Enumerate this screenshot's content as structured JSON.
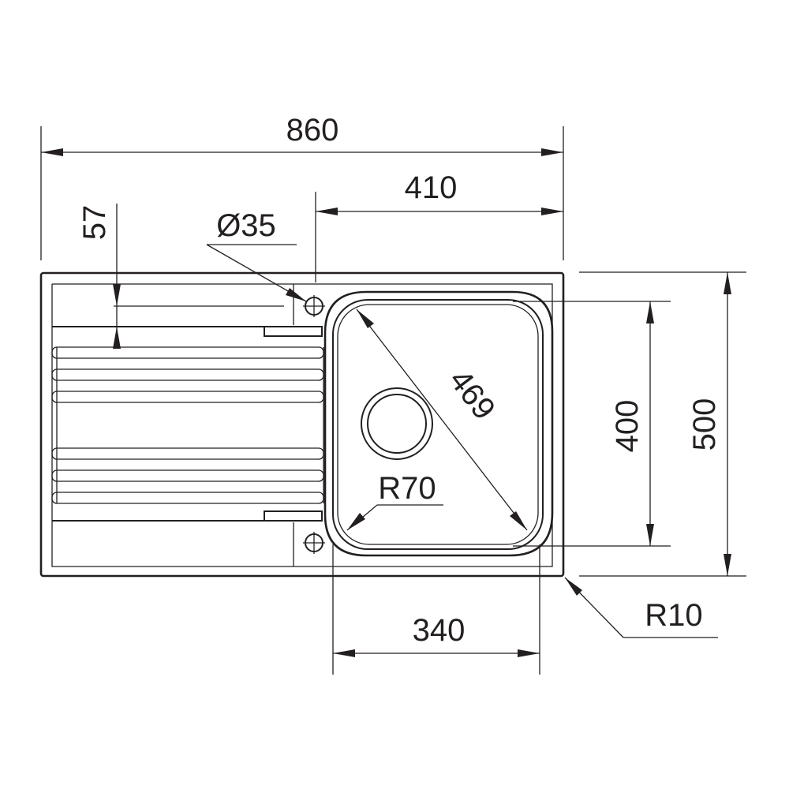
{
  "drawing": {
    "line_color": "#231f20",
    "background": "#ffffff",
    "dimensions": {
      "overall_width": "860",
      "bowl_offset": "410",
      "drain_edge": "57",
      "tap_hole": "Ø35",
      "bowl_diagonal": "469",
      "bowl_depth": "400",
      "overall_depth": "500",
      "bowl_corner_radius": "R70",
      "outer_corner_radius": "R10",
      "bowl_width": "340"
    }
  }
}
